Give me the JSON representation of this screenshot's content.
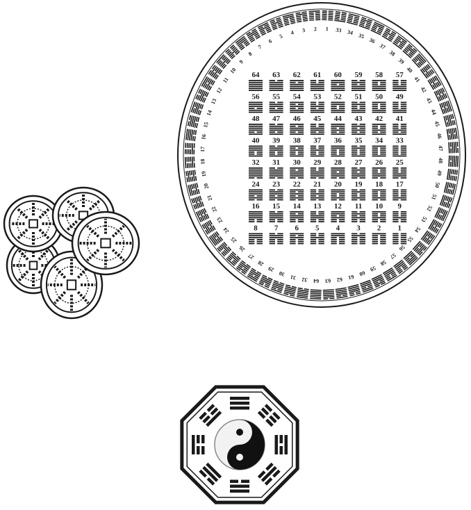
{
  "hexagram_square": {
    "rows": [
      [
        "64",
        "63",
        "62",
        "61",
        "60",
        "59",
        "58",
        "57"
      ],
      [
        "56",
        "55",
        "54",
        "53",
        "52",
        "51",
        "50",
        "49"
      ],
      [
        "48",
        "47",
        "46",
        "45",
        "44",
        "43",
        "42",
        "41"
      ],
      [
        "40",
        "39",
        "38",
        "37",
        "36",
        "35",
        "34",
        "33"
      ],
      [
        "32",
        "31",
        "30",
        "29",
        "28",
        "27",
        "26",
        "25"
      ],
      [
        "24",
        "23",
        "22",
        "21",
        "20",
        "19",
        "18",
        "17"
      ],
      [
        "16",
        "15",
        "14",
        "13",
        "12",
        "11",
        "10",
        "9"
      ],
      [
        "8",
        "7",
        "6",
        "5",
        "4",
        "3",
        "2",
        "1"
      ]
    ]
  },
  "hexagram_ring": {
    "numbers": [
      "1",
      "33",
      "34",
      "35",
      "36",
      "37",
      "38",
      "39",
      "40",
      "41",
      "42",
      "43",
      "44",
      "45",
      "46",
      "47",
      "48",
      "49",
      "50",
      "51",
      "52",
      "53",
      "54",
      "55",
      "56",
      "57",
      "58",
      "59",
      "60",
      "61",
      "62",
      "63",
      "64",
      "32",
      "31",
      "30",
      "29",
      "28",
      "27",
      "26",
      "25",
      "24",
      "23",
      "22",
      "21",
      "20",
      "19",
      "18",
      "17",
      "16",
      "15",
      "14",
      "13",
      "12",
      "11",
      "10",
      "9",
      "8",
      "7",
      "6",
      "5",
      "4",
      "3",
      "2"
    ]
  },
  "colors": {
    "ink": "#1a1a1a",
    "paper": "#ffffff",
    "yin": "#111111",
    "yang": "#f2f2f2"
  },
  "icons": {
    "coins": "chinese-coins-icon",
    "bagua": "bagua-yin-yang-icon"
  }
}
